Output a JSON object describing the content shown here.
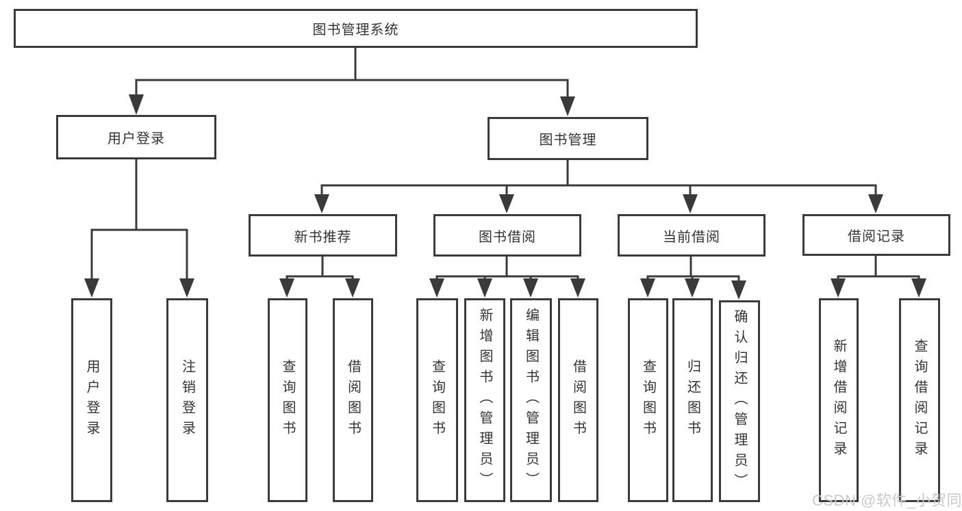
{
  "colors": {
    "line": "#3a3a3a",
    "text": "#333333",
    "watermark": "#c9c9c9",
    "background": "#ffffff"
  },
  "watermark": {
    "text": "CSDN @软件_小贺同学"
  },
  "diagram": {
    "root": {
      "label": "图书管理系统",
      "children": [
        {
          "label": "用户登录",
          "children": [
            {
              "label": "用户登录"
            },
            {
              "label": "注销登录"
            }
          ]
        },
        {
          "label": "图书管理",
          "children": [
            {
              "label": "新书推荐",
              "children": [
                {
                  "label": "查询图书"
                },
                {
                  "label": "借阅图书"
                }
              ]
            },
            {
              "label": "图书借阅",
              "children": [
                {
                  "label": "查询图书"
                },
                {
                  "label": "新增图书（管理员）"
                },
                {
                  "label": "编辑图书（管理员）"
                },
                {
                  "label": "借阅图书"
                }
              ]
            },
            {
              "label": "当前借阅",
              "children": [
                {
                  "label": "查询图书"
                },
                {
                  "label": "归还图书"
                },
                {
                  "label": "确认归还（管理员）"
                }
              ]
            },
            {
              "label": "借阅记录",
              "children": [
                {
                  "label": "新增借阅记录"
                },
                {
                  "label": "查询借阅记录"
                }
              ]
            }
          ]
        }
      ]
    }
  }
}
